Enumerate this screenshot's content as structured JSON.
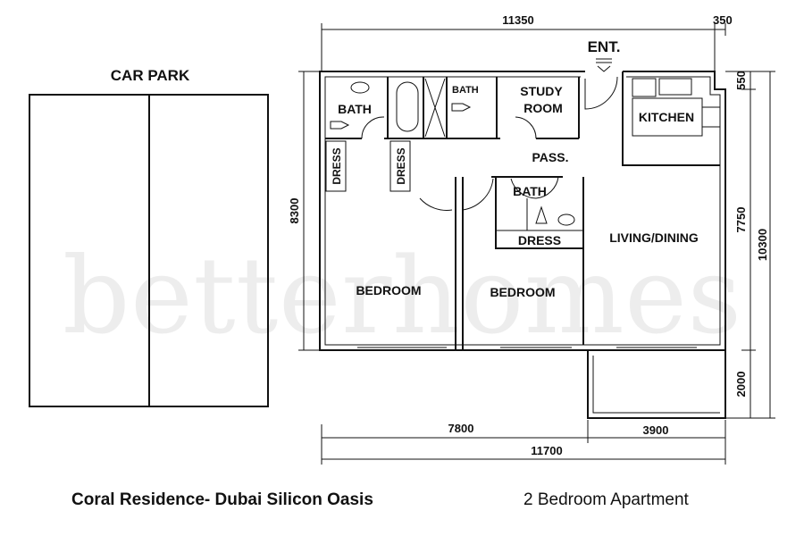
{
  "car_park": {
    "label": "CAR PARK"
  },
  "entrance": {
    "label": "ENT."
  },
  "rooms": {
    "bath_master": "BATH",
    "bath_small": "BATH",
    "bath_second": "BATH",
    "study_line1": "STUDY",
    "study_line2": "ROOM",
    "kitchen": "KITCHEN",
    "dress_1": "DRESS",
    "dress_2": "DRESS",
    "dress_3": "DRESS",
    "passage": "PASS.",
    "living": "LIVING/DINING",
    "bedroom_1": "BEDROOM",
    "bedroom_2": "BEDROOM"
  },
  "dimensions": {
    "top_main": "11350",
    "top_small": "350",
    "left": "8300",
    "right_top": "550",
    "right_mid": "7750",
    "right_balcony": "2000",
    "right_total": "10300",
    "bottom_left": "7800",
    "bottom_right": "3900",
    "bottom_total": "11700"
  },
  "watermark": "betterhomes",
  "footer": {
    "project": "Coral Residence- Dubai Silicon Oasis",
    "unit_type": "2 Bedroom Apartment"
  }
}
